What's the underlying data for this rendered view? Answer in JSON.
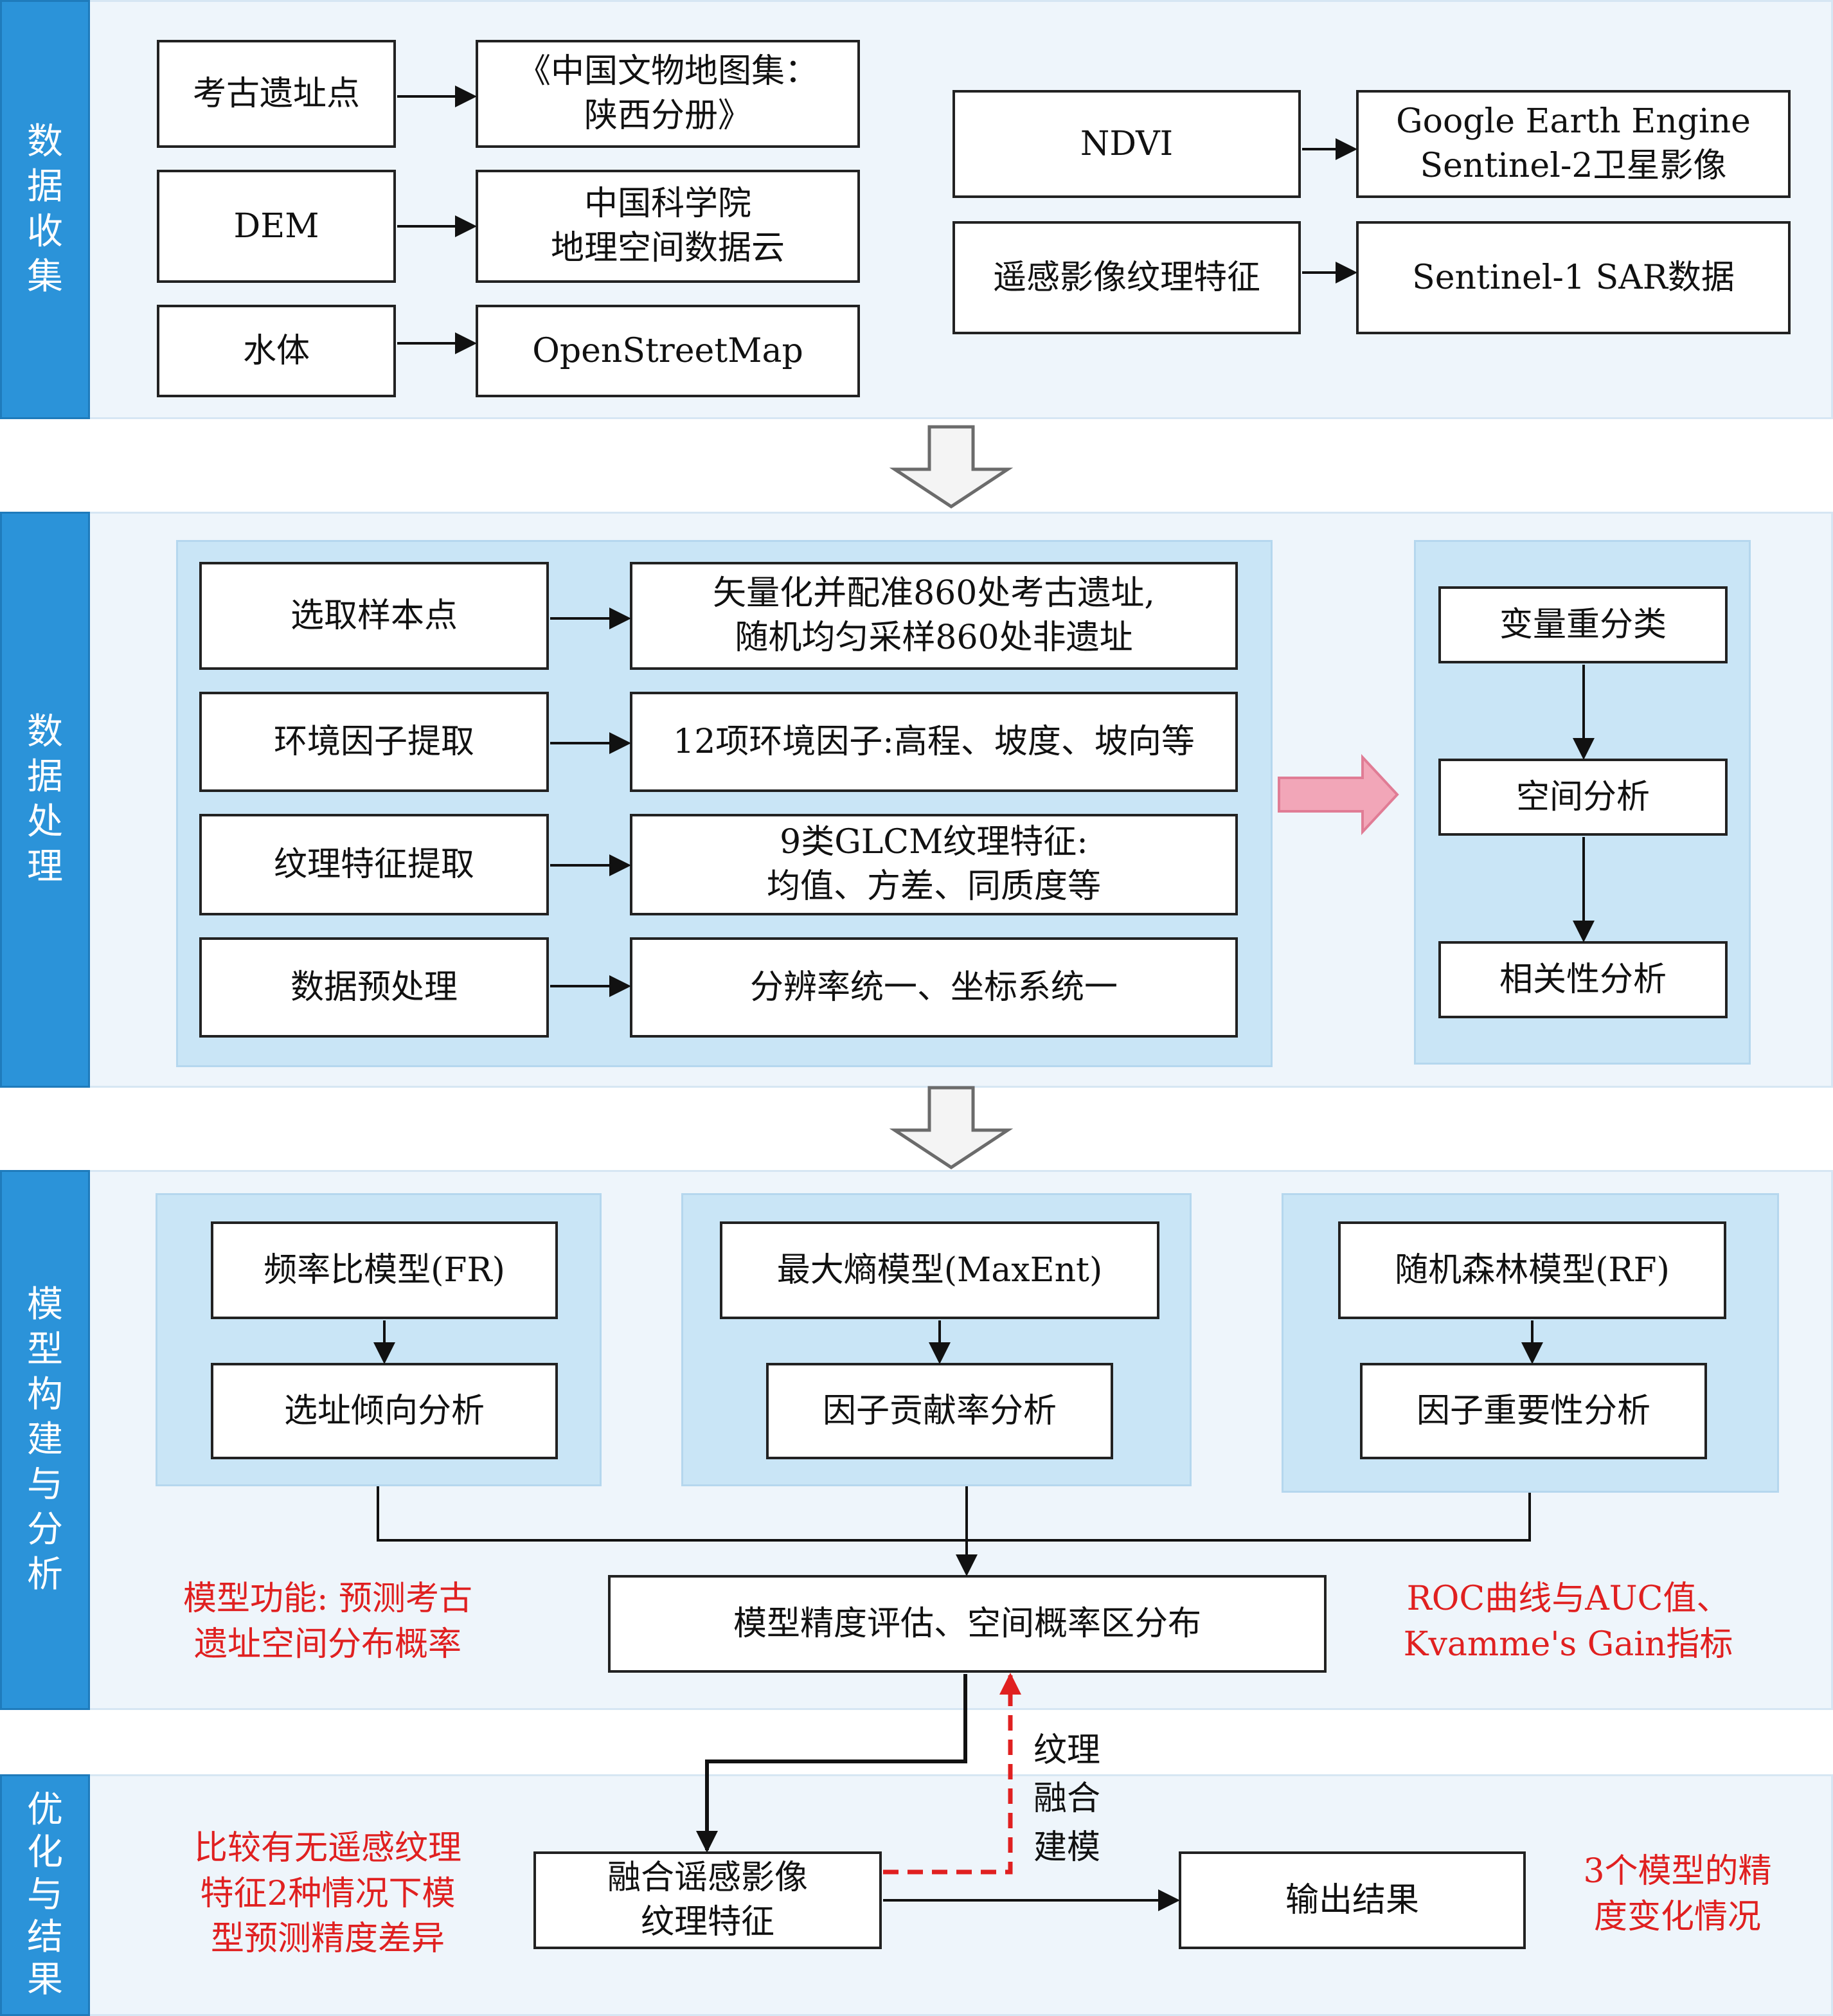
{
  "sections": {
    "collect": "数据收集",
    "process": "数据处理",
    "model": "模型构建与分析",
    "optimize": "优化与结果"
  },
  "collect": {
    "sites": "考古遗址点",
    "sites_src": "《中国文物地图集：\n陕西分册》",
    "dem": "DEM",
    "dem_src": "中国科学院\n地理空间数据云",
    "water": "水体",
    "water_src": "OpenStreetMap",
    "ndvi": "NDVI",
    "ndvi_src": "Google Earth Engine\nSentinel-2卫星影像",
    "texture": "遥感影像纹理特征",
    "texture_src": "Sentinel-1 SAR数据"
  },
  "process": {
    "sample": "选取样本点",
    "sample_desc": "矢量化并配准860处考古遗址,\n随机均匀采样860处非遗址",
    "env": "环境因子提取",
    "env_desc": "12项环境因子:高程、坡度、坡向等",
    "tex": "纹理特征提取",
    "tex_desc": "9类GLCM纹理特征:\n均值、方差、同质度等",
    "pre": "数据预处理",
    "pre_desc": "分辨率统一、坐标系统一",
    "reclass": "变量重分类",
    "spatial": "空间分析",
    "corr": "相关性分析"
  },
  "model": {
    "fr": "频率比模型(FR)",
    "fr_sub": "选址倾向分析",
    "maxent": "最大熵模型(MaxEnt)",
    "maxent_sub": "因子贡献率分析",
    "rf": "随机森林模型(RF)",
    "rf_sub": "因子重要性分析",
    "eval": "模型精度评估、空间概率区分布",
    "note_left": "模型功能: 预测考古\n遗址空间分布概率",
    "note_right": "ROC曲线与AUC值、\nKvamme's Gain指标"
  },
  "optimize": {
    "fuse": "融合谣感影像\n纹理特征",
    "fuse_label": "纹理\n融合\n建模",
    "output": "输出结果",
    "note_left": "比较有无遥感纹理\n特征2种情况下模\n型预测精度差异",
    "note_right": "3个模型的精\n度变化情况"
  },
  "colors": {
    "label_blue": "#2b93d9",
    "section_bg": "#eef5fb",
    "inner_bg": "#c9e5f6",
    "accent_red": "#e02020",
    "pink_arrow": "#f2a6b8"
  }
}
